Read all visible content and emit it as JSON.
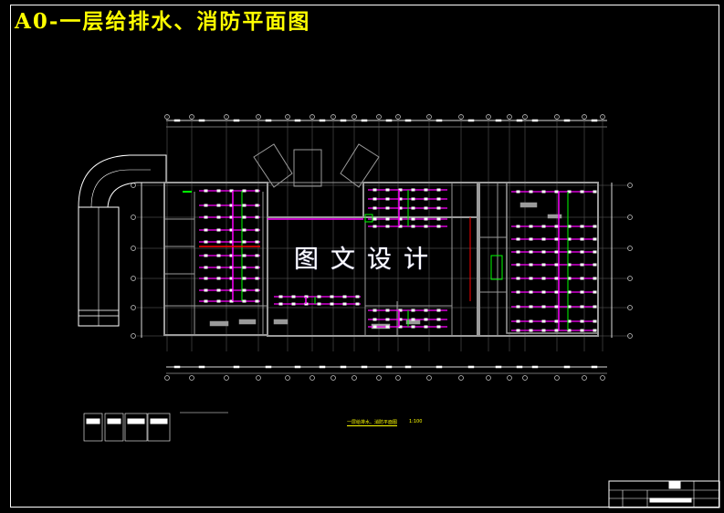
{
  "drawing": {
    "title": "A0-一层给排水、消防平面图",
    "watermark": "图文设计",
    "caption": "一层给排水、消防平面图",
    "scale": "1:100",
    "colors": {
      "background": "#000000",
      "title": "#ffff00",
      "walls": "#9a9a9a",
      "water_pipe": "#ff00ff",
      "fire_pipe": "#00ff00",
      "drain_pipe": "#ff0000",
      "dimension": "#ffffff"
    }
  }
}
